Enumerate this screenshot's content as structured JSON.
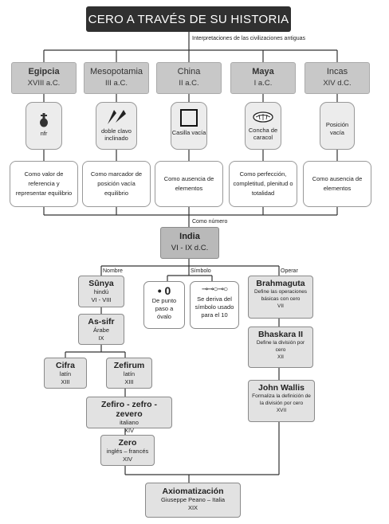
{
  "title": "CERO A TRAVÉS DE SU HISTORIA",
  "labels": {
    "interpretaciones": "Interpretaciones de las civilizaciones antiguas",
    "como_numero": "Como número",
    "nombre": "Nombre",
    "simbolo": "Símbolo",
    "operar": "Operar"
  },
  "civilizations": [
    {
      "name": "Egipcia",
      "date": "XVIII a.C.",
      "symbol_text": "nfr",
      "desc": "Como valor de referencia y representar equilibrio"
    },
    {
      "name": "Mesopotamia",
      "date": "III a.C.",
      "symbol_text": "doble clavo inclinado",
      "desc": "Como marcador de posición vacía equilibrio"
    },
    {
      "name": "China",
      "date": "II a.C.",
      "symbol_text": "Casilla vacía",
      "desc": "Como ausencia de elementos"
    },
    {
      "name": "Maya",
      "date": "I a.C.",
      "symbol_text": "Concha de caracol",
      "desc": "Como perfección, completitud, plenitud o totalidad"
    },
    {
      "name": "Incas",
      "date": "XIV d.C.",
      "symbol_text": "Posición vacía",
      "desc": "Como ausencia de elementos"
    }
  ],
  "india": {
    "name": "India",
    "date": "VI - IX d.C."
  },
  "name_chain": {
    "sunya": {
      "name": "Sûnya",
      "lang": "hindú",
      "date": "VI - VIII"
    },
    "assifr": {
      "name": "As-sifr",
      "lang": "Árabe",
      "date": "IX"
    },
    "cifra": {
      "name": "Cifra",
      "lang": "latín",
      "date": "XIII"
    },
    "zefirum": {
      "name": "Zefirum",
      "lang": "latín",
      "date": "XIII"
    },
    "zefiro": {
      "name": "Zefiro - zefro - zevero",
      "lang": "italiano",
      "date": "XIV"
    },
    "zero": {
      "name": "Zero",
      "lang": "inglés – francés",
      "date": "XIV"
    }
  },
  "symbol_chain": {
    "punto": {
      "glyph": "• 0",
      "text": "De punto paso a óvalo"
    },
    "deriva": {
      "glyph": "⊸⊸○⊸○",
      "text": "Se deriva del símbolo usado para el 10"
    }
  },
  "operar_chain": {
    "brahmaguta": {
      "name": "Brahmaguta",
      "text": "Define las operaciones básicas con cero",
      "date": "VII"
    },
    "bhaskara": {
      "name": "Bhaskara II",
      "text": "Define la división por cero",
      "date": "XII"
    },
    "wallis": {
      "name": "John Wallis",
      "text": "Formaliza la definición de la división por cero",
      "date": "XVII"
    }
  },
  "axiom": {
    "name": "Axiomatización",
    "author": "Giuseppe Peano – Italia",
    "date": "XIX"
  }
}
